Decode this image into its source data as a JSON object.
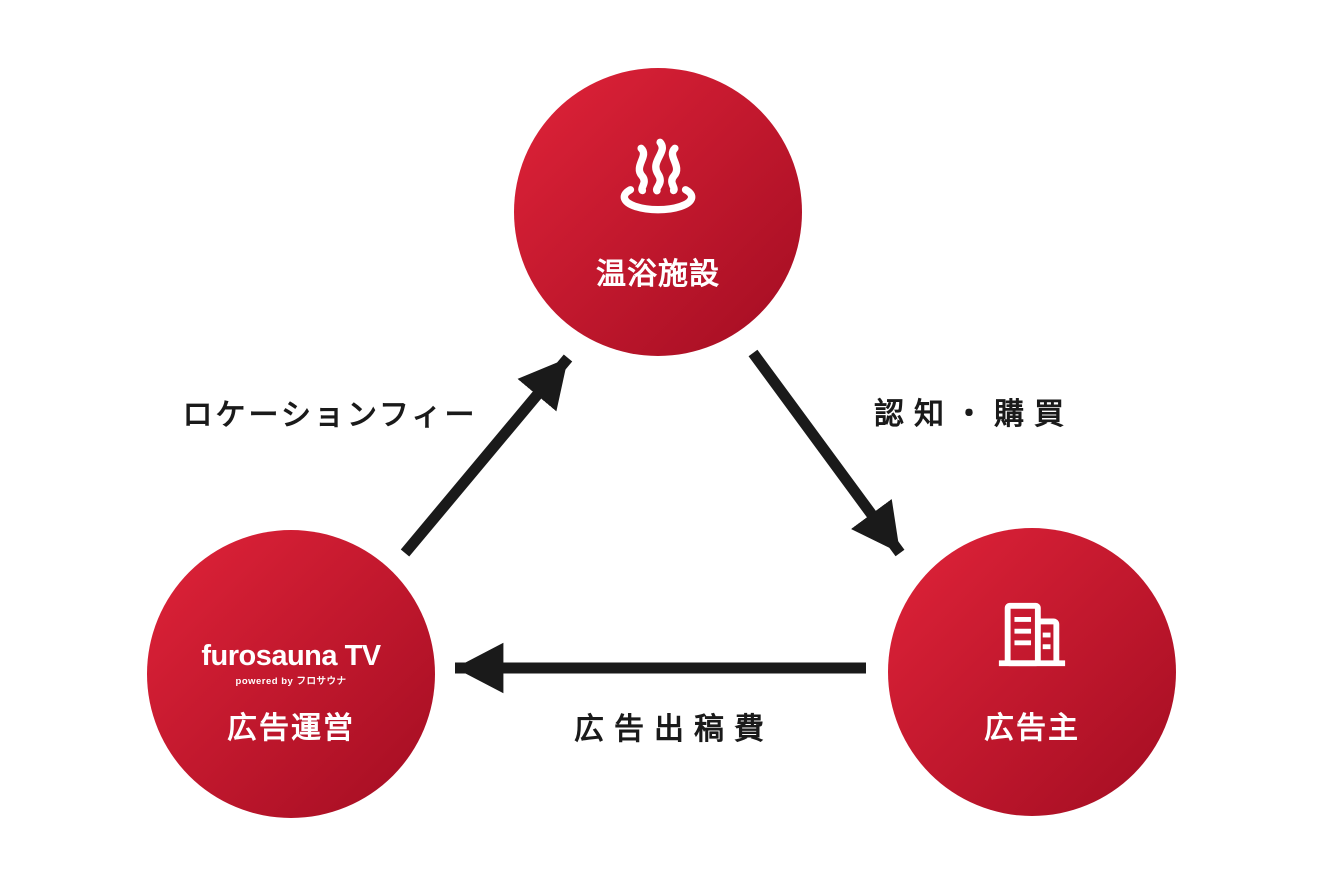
{
  "colors": {
    "background": "#ffffff",
    "circle_gradient_start": "#e02339",
    "circle_gradient_end": "#a30d22",
    "arrow_color": "#1a1a1a",
    "label_color": "#1a1a1a",
    "circle_text_color": "#ffffff"
  },
  "nodes": {
    "facility": {
      "label": "温浴施設",
      "icon": "onsen-icon"
    },
    "operator": {
      "logo_text": "furosauna TV",
      "logo_sub": "powered by フロサウナ",
      "label": "広告運営"
    },
    "advertiser": {
      "label": "広告主",
      "icon": "building-icon"
    }
  },
  "edges": {
    "location_fee": {
      "label": "ロケーションフィー",
      "from": "広告運営",
      "to": "温浴施設"
    },
    "awareness_purchase": {
      "label": "認知・購買",
      "from": "温浴施設",
      "to": "広告主"
    },
    "ad_placement_cost": {
      "label": "広告出稿費",
      "from": "広告主",
      "to": "広告運営"
    }
  }
}
